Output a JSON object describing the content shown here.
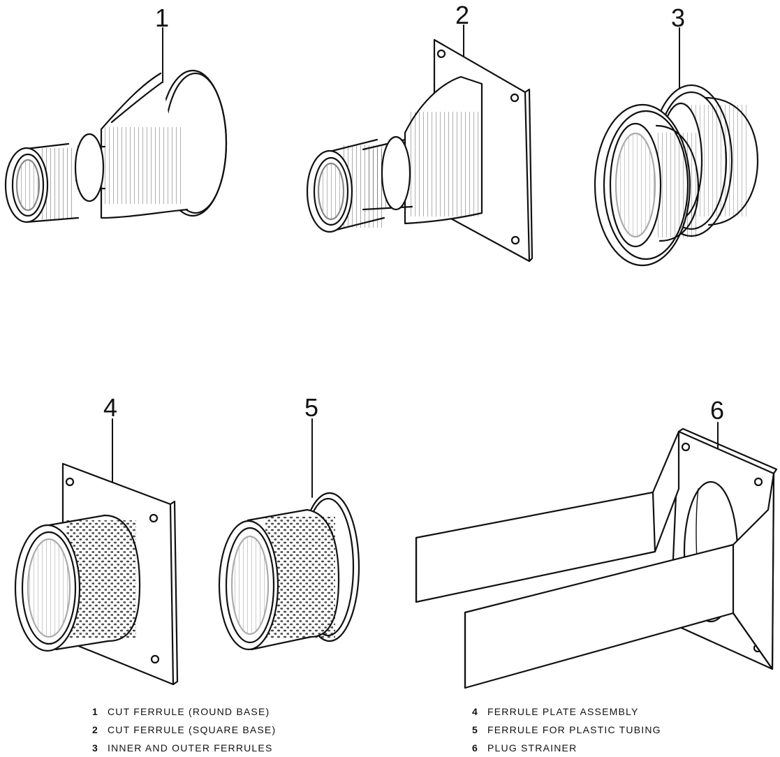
{
  "callouts": {
    "c1": "1",
    "c2": "2",
    "c3": "3",
    "c4": "4",
    "c5": "5",
    "c6": "6"
  },
  "legend": {
    "left": [
      {
        "num": "1",
        "text": "CUT FERRULE (ROUND BASE)"
      },
      {
        "num": "2",
        "text": "CUT FERRULE (SQUARE BASE)"
      },
      {
        "num": "3",
        "text": "INNER AND OUTER FERRULES"
      }
    ],
    "right": [
      {
        "num": "4",
        "text": "FERRULE PLATE ASSEMBLY"
      },
      {
        "num": "5",
        "text": "FERRULE FOR PLASTIC TUBING"
      },
      {
        "num": "6",
        "text": "PLUG STRAINER"
      }
    ]
  }
}
